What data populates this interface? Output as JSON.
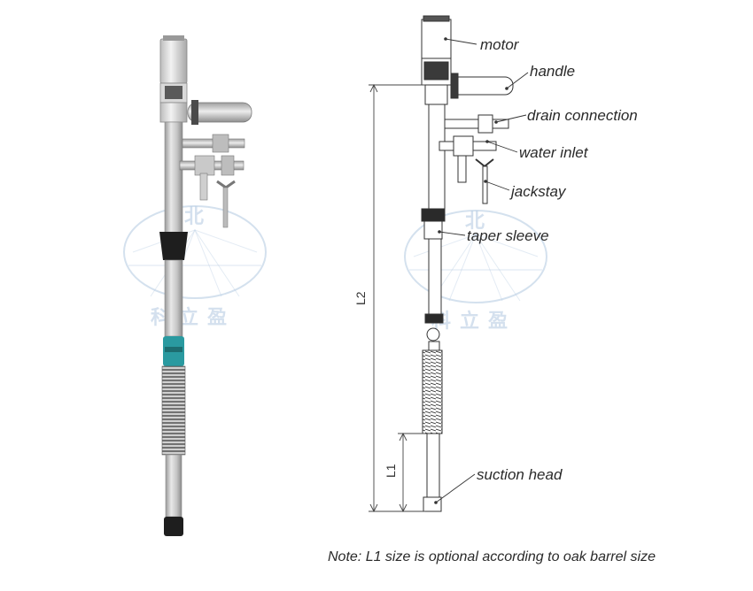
{
  "labels": {
    "motor": "motor",
    "handle": "handle",
    "drain_connection": "drain connection",
    "water_inlet": "water inlet",
    "jackstay": "jackstay",
    "taper_sleeve": "taper sleeve",
    "suction_head": "suction head"
  },
  "dimensions": {
    "l2": "L2",
    "l1": "L1"
  },
  "note": "Note: L1 size is optional according to oak barrel size",
  "watermark": {
    "top_text": "北",
    "bottom_text": "科立盈"
  },
  "colors": {
    "watermark": "#b8cde3",
    "taper_sleeve": "#1e1e1e",
    "coupling_teal": "#2a9aa0",
    "drawing_line": "#333333"
  }
}
